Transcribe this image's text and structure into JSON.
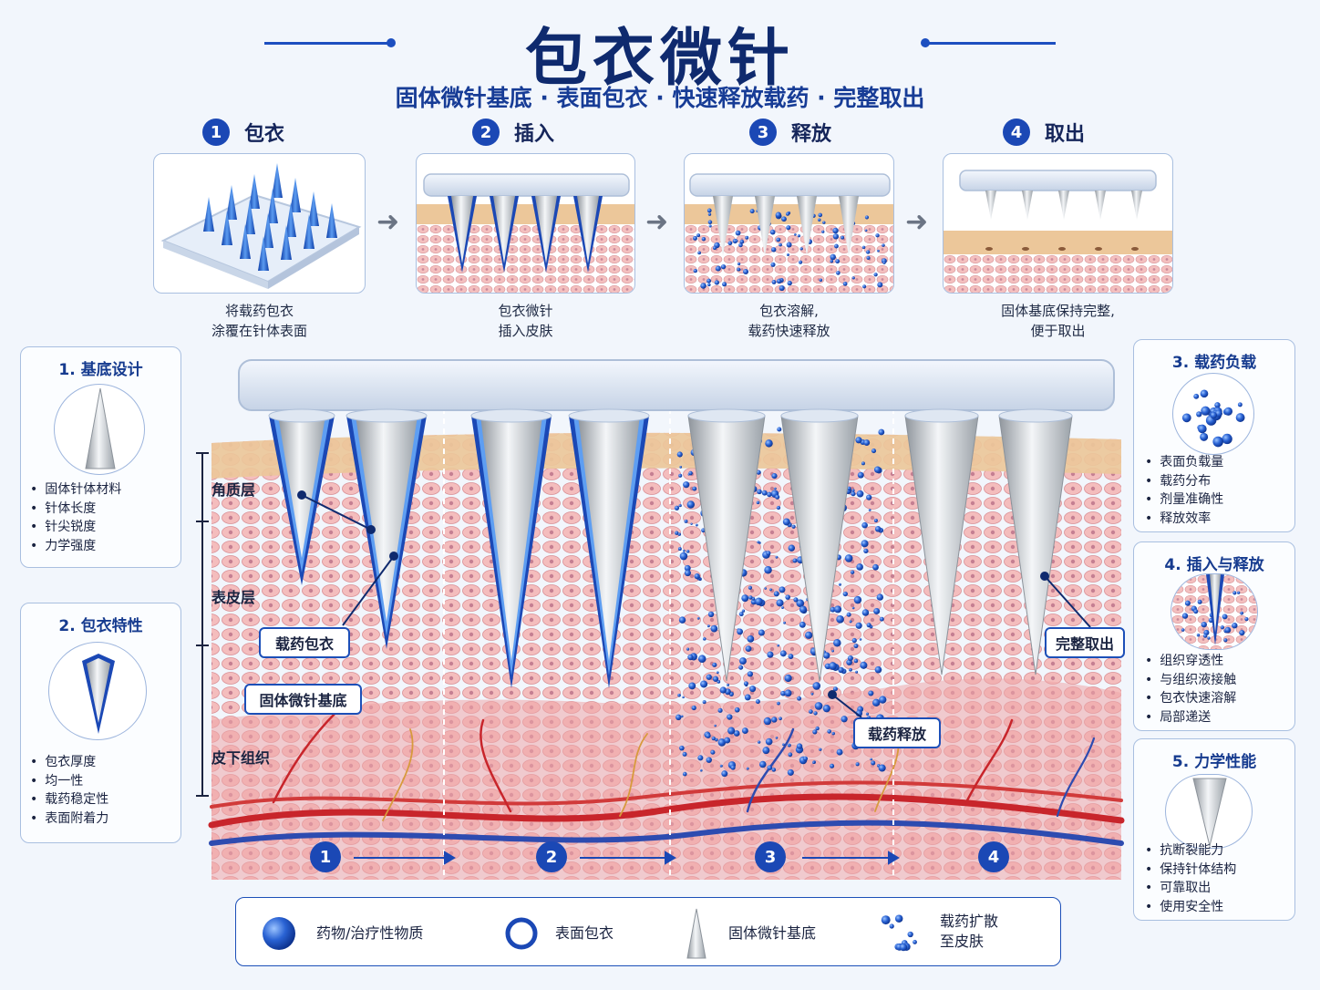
{
  "title": "包衣微针",
  "subtitle": "固体微针基底 · 表面包衣 · 快速释放载药 · 完整取出",
  "steps": [
    {
      "num": "1",
      "title": "包衣",
      "caption_l1": "将载药包衣",
      "caption_l2": "涂覆在针体表面"
    },
    {
      "num": "2",
      "title": "插入",
      "caption_l1": "包衣微针",
      "caption_l2": "插入皮肤"
    },
    {
      "num": "3",
      "title": "释放",
      "caption_l1": "包衣溶解,",
      "caption_l2": "载药快速释放"
    },
    {
      "num": "4",
      "title": "取出",
      "caption_l1": "固体基底保持完整,",
      "caption_l2": "便于取出"
    }
  ],
  "left_panels": [
    {
      "title": "1. 基底设计",
      "items": [
        "固体针体材料",
        "针体长度",
        "针尖锐度",
        "力学强度"
      ]
    },
    {
      "title": "2. 包衣特性",
      "items": [
        "包衣厚度",
        "均一性",
        "载药稳定性",
        "表面附着力"
      ]
    }
  ],
  "right_panels": [
    {
      "title": "3. 载药负载",
      "items": [
        "表面负载量",
        "载药分布",
        "剂量准确性",
        "释放效率"
      ]
    },
    {
      "title": "4. 插入与释放",
      "items": [
        "组织穿透性",
        "与组织液接触",
        "包衣快速溶解",
        "局部递送"
      ]
    },
    {
      "title": "5. 力学性能",
      "items": [
        "抗断裂能力",
        "保持针体结构",
        "可靠取出",
        "使用安全性"
      ]
    }
  ],
  "layers": {
    "stratum": "角质层",
    "epidermis": "表皮层",
    "subcutaneous": "皮下组织"
  },
  "callouts": {
    "coating": "载药包衣",
    "base": "固体微针基底",
    "release": "载药释放",
    "removal": "完整取出"
  },
  "bottom_steps": [
    "1",
    "2",
    "3",
    "4"
  ],
  "legend": {
    "drug": "药物/治疗性物质",
    "coating": "表面包衣",
    "needle": "固体微针基底",
    "diffusion_l1": "载药扩散",
    "diffusion_l2": "至皮肤"
  },
  "colors": {
    "primary": "#1b48b5",
    "title": "#0f2a6e",
    "skin": "#f2b7b5",
    "stratum": "#ecc79a",
    "drug": "#2a63d4"
  }
}
